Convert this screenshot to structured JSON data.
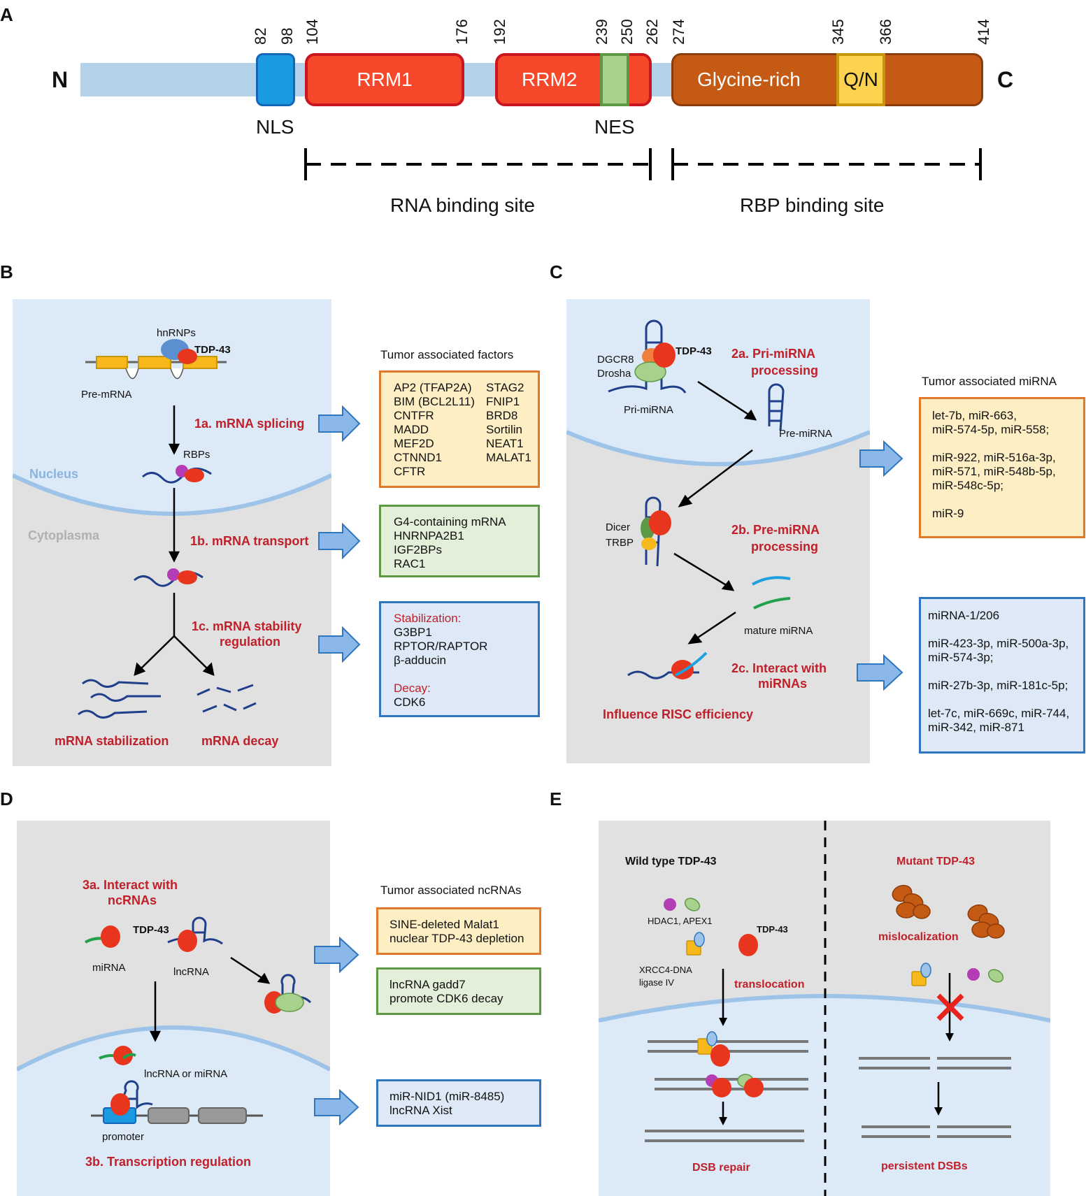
{
  "panelA": {
    "letter": "A",
    "n_term": "N",
    "c_term": "C",
    "positions": [
      "82",
      "98",
      "104",
      "176",
      "192",
      "239",
      "250",
      "262",
      "274",
      "345",
      "366",
      "414"
    ],
    "domains": {
      "rrm1": "RRM1",
      "rrm2": "RRM2",
      "glycine": "Glycine-rich",
      "qn": "Q/N"
    },
    "nls": "NLS",
    "nes": "NES",
    "rna_site": "RNA binding site",
    "rbp_site": "RBP binding site"
  },
  "panelB": {
    "letter": "B",
    "hnrnps": "hnRNPs",
    "tdp43": "TDP-43",
    "pre_mrna": "Pre-mRNA",
    "rbps": "RBPs",
    "nucleus": "Nucleus",
    "cytoplasma": "Cytoplasma",
    "step_1a": "1a. mRNA splicing",
    "step_1b": "1b. mRNA transport",
    "step_1c_l1": "1c. mRNA stability",
    "step_1c_l2": "regulation",
    "stabilization": "mRNA stabilization",
    "decay": "mRNA decay",
    "factors_title": "Tumor associated factors",
    "splicing_col1": [
      "AP2 (TFAP2A)",
      "BIM (BCL2L11)",
      "CNTFR",
      "MADD",
      "MEF2D",
      "CTNND1",
      "CFTR"
    ],
    "splicing_col2": [
      "STAG2",
      "FNIP1",
      "BRD8",
      "Sortilin",
      "NEAT1",
      "MALAT1"
    ],
    "transport_items": [
      "G4-containing mRNA",
      "HNRNPA2B1",
      "IGF2BPs",
      "RAC1"
    ],
    "stab_header": "Stabilization:",
    "stab_items": [
      "G3BP1",
      "RPTOR/RAPTOR",
      "β-adducin"
    ],
    "decay_header": "Decay:",
    "decay_items": [
      "CDK6"
    ]
  },
  "panelC": {
    "letter": "C",
    "tdp43": "TDP-43",
    "dgcr8": "DGCR8",
    "drosha": "Drosha",
    "pri_mirna": "Pri-miRNA",
    "pre_mirna": "Pre-miRNA",
    "step_2a_l1": "2a. Pri-miRNA",
    "step_2a_l2": "processing",
    "dicer": "Dicer",
    "trbp": "TRBP",
    "step_2b_l1": "2b. Pre-miRNA",
    "step_2b_l2": "processing",
    "mature": "mature miRNA",
    "step_2c_l1": "2c. Interact with",
    "step_2c_l2": "miRNAs",
    "risc": "Influence RISC efficiency",
    "mirna_title": "Tumor associated miRNA",
    "orange_lines": [
      "let-7b, miR-663,",
      "miR-574-5p, miR-558;",
      "",
      "miR-922, miR-516a-3p,",
      "miR-571, miR-548b-5p,",
      "miR-548c-5p;",
      "",
      "miR-9"
    ],
    "blue_lines": [
      "miRNA-1/206",
      "",
      "miR-423-3p, miR-500a-3p,",
      "miR-574-3p;",
      "",
      "miR-27b-3p, miR-181c-5p;",
      "",
      "let-7c, miR-669c, miR-744,",
      "miR-342, miR-871"
    ]
  },
  "panelD": {
    "letter": "D",
    "step_3a_l1": "3a. Interact with",
    "step_3a_l2": "ncRNAs",
    "tdp43": "TDP-43",
    "mirna": "miRNA",
    "lncrna": "lncRNA",
    "lnc_or_mi": "lncRNA or miRNA",
    "promoter": "promoter",
    "step_3b": "3b. Transcription regulation",
    "ncrna_title": "Tumor associated ncRNAs",
    "orange_lines": [
      "SINE-deleted Malat1",
      "nuclear TDP-43 depletion"
    ],
    "green_lines": [
      "lncRNA gadd7",
      "promote CDK6 decay"
    ],
    "blue_lines": [
      "miR-NID1 (miR-8485)",
      "lncRNA Xist"
    ]
  },
  "panelE": {
    "letter": "E",
    "wild_type": "Wild type TDP-43",
    "mutant": "Mutant TDP-43",
    "hdac": "HDAC1, APEX1",
    "tdp43": "TDP-43",
    "xrcc4_l1": "XRCC4-DNA",
    "xrcc4_l2": "ligase IV",
    "translocation": "translocation",
    "mislocalization": "mislocalization",
    "dsb_repair": "DSB repair",
    "persistent": "persistent DSBs"
  },
  "colors": {
    "rrm_red": "#f5482a",
    "rrm_border": "#c8171f",
    "glycine": "#c55a14",
    "qn": "#fcd24e",
    "nls_blue": "#1a9ae0",
    "nes_green": "#a9d18e",
    "linker": "#b4d2ea",
    "arrow_blue": "#8bb8e8",
    "label_red": "#c0202a"
  }
}
